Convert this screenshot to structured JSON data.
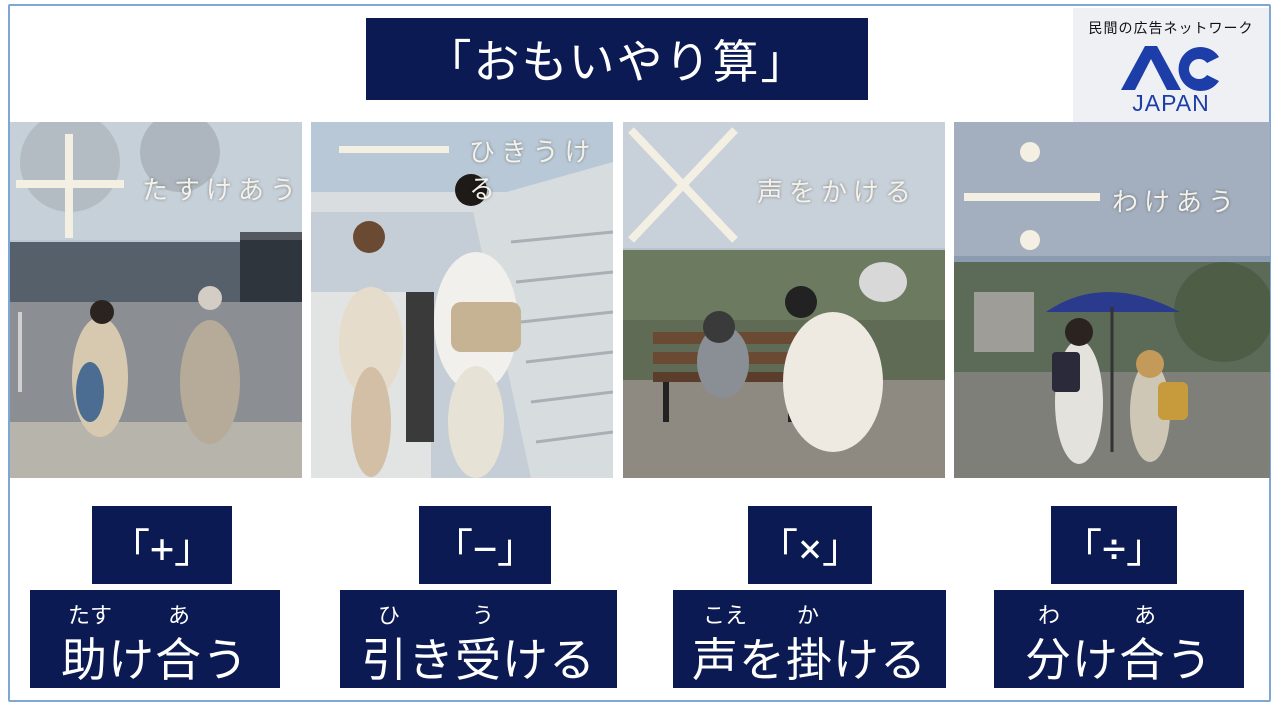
{
  "title": "「おもいやり算」",
  "logo": {
    "tagline": "民間の広告ネットワーク",
    "mark": "AC",
    "sub": "JAPAN",
    "mark_color": "#1d3ea8"
  },
  "panels": [
    {
      "caption": "たすけあう",
      "symbol": "「+」",
      "ruby": [
        "たす",
        "あ"
      ],
      "word": "助け合う"
    },
    {
      "caption": "ひきうける",
      "symbol": "「−」",
      "ruby": [
        "ひ",
        "う"
      ],
      "word": "引き受ける"
    },
    {
      "caption": "声をかける",
      "symbol": "「×」",
      "ruby": [
        "こえ",
        "か"
      ],
      "word": "声を掛ける"
    },
    {
      "caption": "わけあう",
      "symbol": "「÷」",
      "ruby": [
        "わ",
        "あ"
      ],
      "word": "分け合う"
    }
  ],
  "colors": {
    "label_bg": "#0b1a52",
    "frame": "#7fa7d6"
  }
}
